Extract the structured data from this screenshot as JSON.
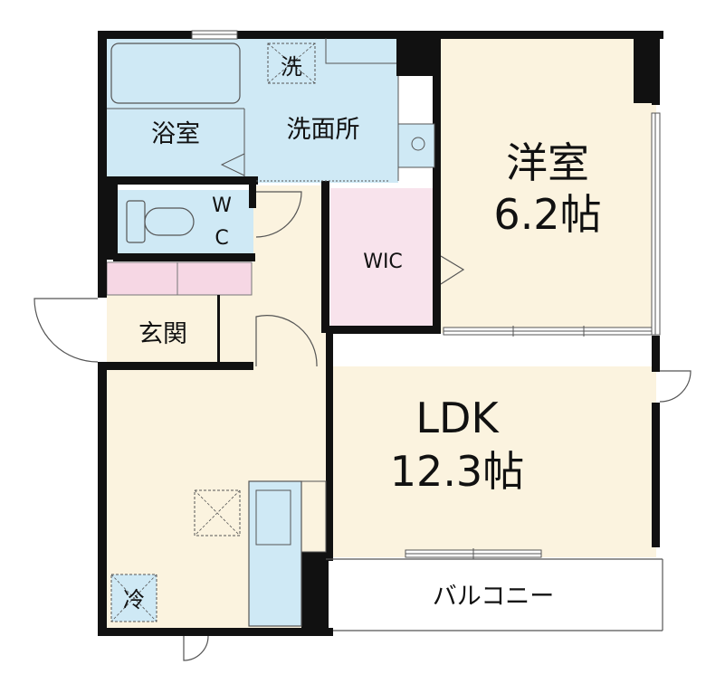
{
  "rooms": {
    "bath": "浴室",
    "washroom": "洗面所",
    "washer": "洗",
    "wc_top": "W",
    "wc_bottom": "C",
    "wic": "WIC",
    "entrance": "玄関",
    "western_name": "洋室",
    "western_size": "6.2帖",
    "ldk_name": "LDK",
    "ldk_size": "12.3帖",
    "fridge": "冷",
    "balcony": "バルコニー"
  },
  "colors": {
    "wall": "#111111",
    "wet_area": "#cfe9f5",
    "living": "#fbf3df",
    "wic": "#f8e3ec",
    "shelf": "#f6d7e4",
    "white": "#ffffff"
  }
}
